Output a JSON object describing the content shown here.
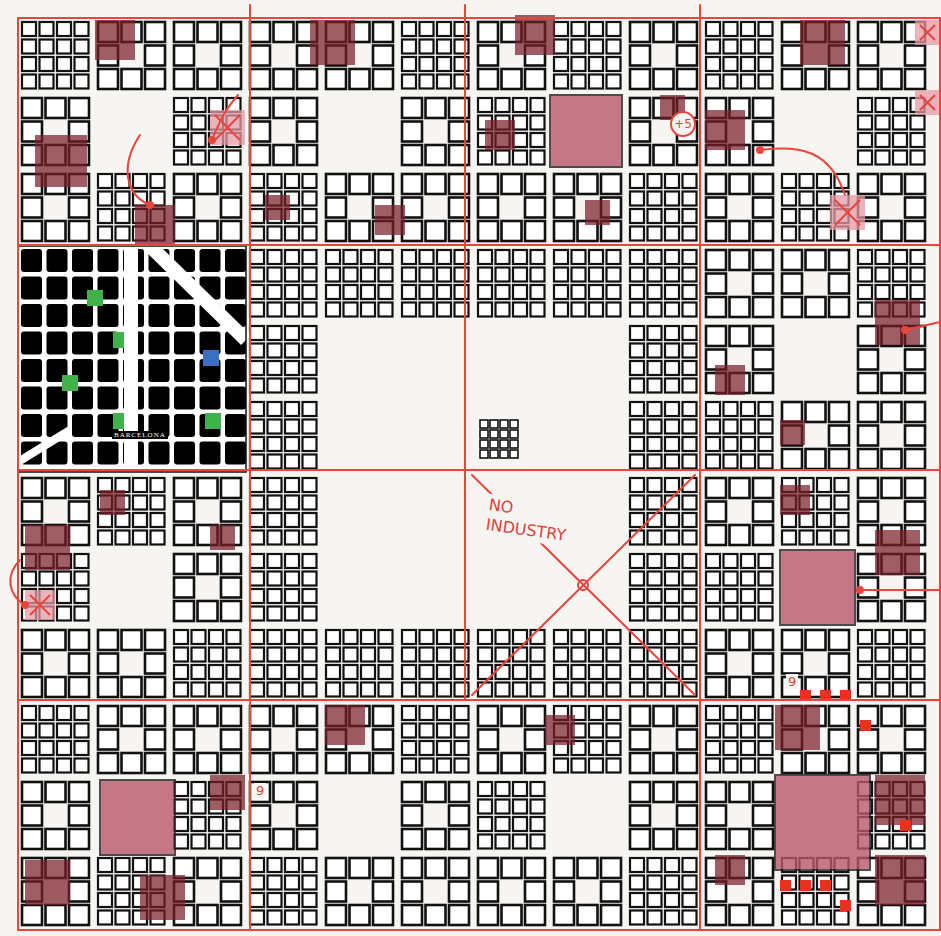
{
  "diagram": {
    "nodes": [
      {
        "text": [
          "+5"
        ]
      }
    ],
    "labels": [
      "NO INDUSTRY",
      "9",
      "9",
      "BARCELONA"
    ]
  }
}
